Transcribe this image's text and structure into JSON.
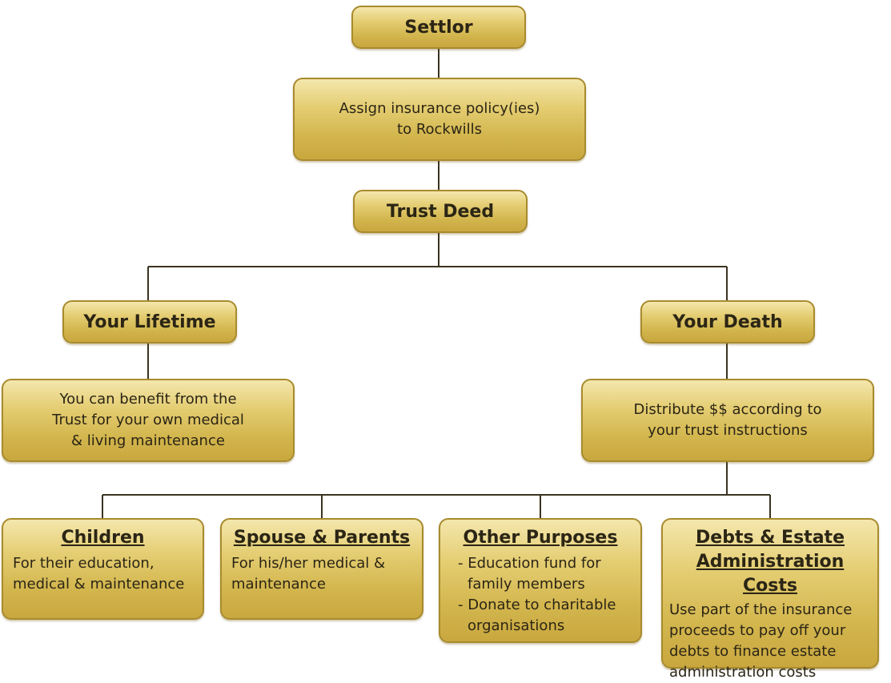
{
  "nodes": {
    "settlor": "Settlor",
    "assign": [
      "Assign insurance policy(ies)",
      "to Rockwills"
    ],
    "trust_deed": "Trust Deed",
    "lifetime": "Your Lifetime",
    "death": "Your Death",
    "lifetime_benefit": [
      "You can benefit from the",
      "Trust for your own medical",
      "& living maintenance"
    ],
    "distribute": [
      "Distribute $$ according to",
      "your trust instructions"
    ]
  },
  "beneficiaries": [
    {
      "heading": [
        "Children"
      ],
      "desc": [
        "For their education,",
        "medical & maintenance"
      ]
    },
    {
      "heading": [
        "Spouse & Parents"
      ],
      "desc": [
        "For his/her medical &",
        "maintenance"
      ]
    },
    {
      "heading": [
        "Other Purposes"
      ],
      "items": [
        "Education fund for family members",
        "Donate to charitable organisations"
      ]
    },
    {
      "heading": [
        "Debts & Estate",
        "Administration Costs"
      ],
      "desc": [
        "Use part of the insurance",
        "proceeds to pay off your",
        "debts to finance estate",
        "administration costs"
      ]
    }
  ],
  "colors": {
    "box_border": "#a88b2e",
    "line": "#3a3320",
    "text": "#2b2515"
  }
}
